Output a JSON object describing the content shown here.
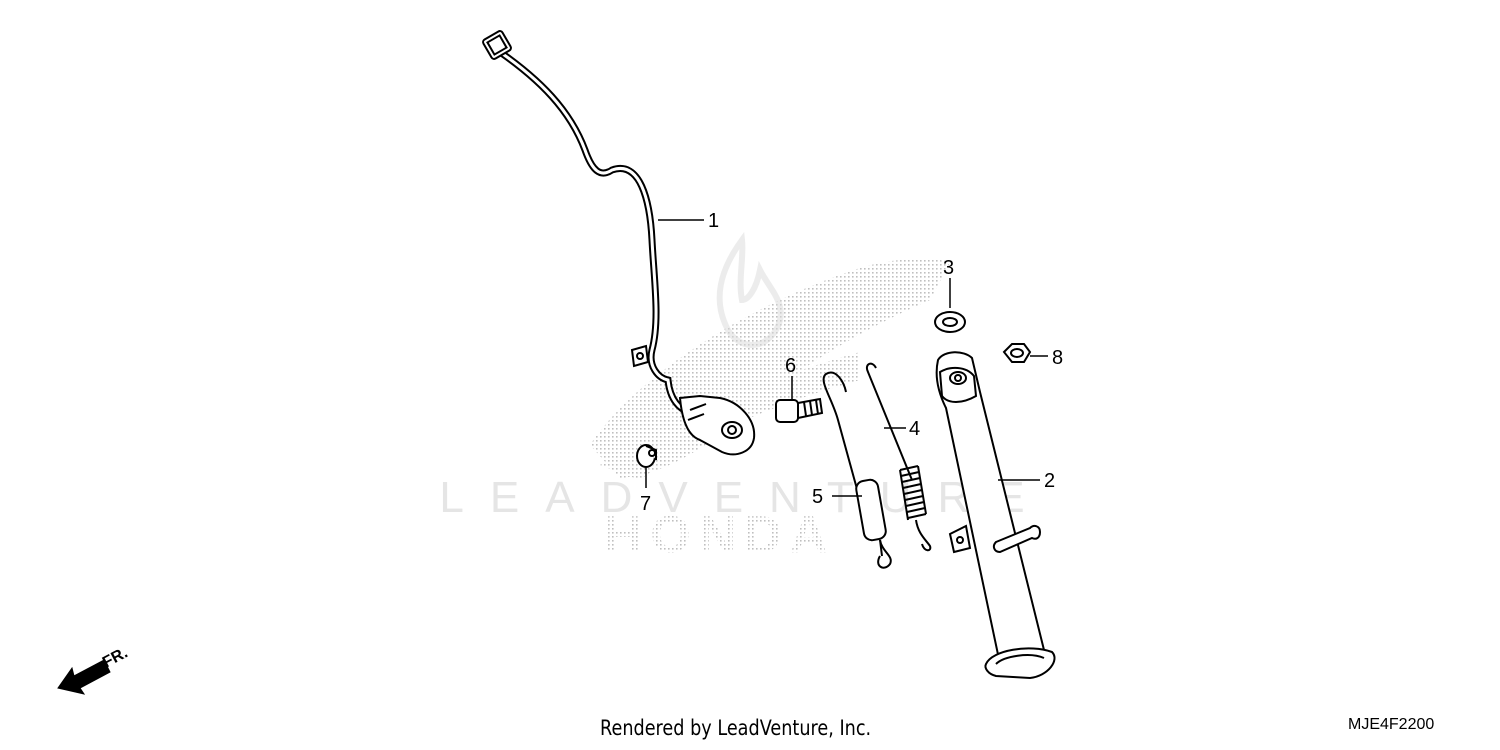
{
  "callouts": [
    "1",
    "2",
    "3",
    "4",
    "5",
    "6",
    "7",
    "8"
  ],
  "direction_label": "FR.",
  "watermark": {
    "wordmark_top": "LEADVENTURE",
    "wordmark_bottom": "HONDA"
  },
  "footer": {
    "rendered_by": "Rendered by LeadVenture, Inc.",
    "diagram_code": "MJE4F2200"
  }
}
